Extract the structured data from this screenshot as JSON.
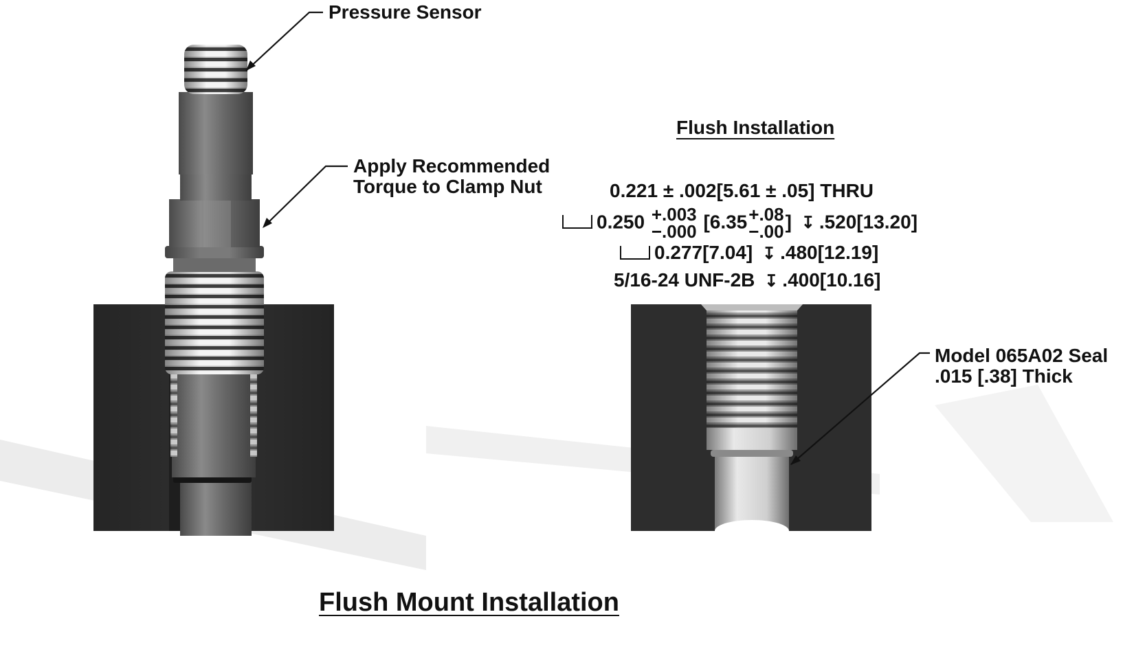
{
  "title": "Flush Mount Installation",
  "callouts": {
    "pressure_sensor": "Pressure Sensor",
    "torque_line1": "Apply Recommended",
    "torque_line2": "Torque to Clamp Nut",
    "seal_line1": "Model 065A02 Seal",
    "seal_line2": ".015 [.38] Thick"
  },
  "spec": {
    "heading": "Flush Installation",
    "line1": "0.221 ± .002[5.61 ± .05] THRU",
    "line2": {
      "value": "0.250",
      "tol_plus": "+.003",
      "tol_minus": "−.000",
      "metric_value": "[6.35",
      "metric_plus": "+.08",
      "metric_minus": "−.00",
      "metric_close": "]",
      "depth": ".520[13.20]"
    },
    "line3": {
      "value": "0.277[7.04]",
      "depth": ".480[12.19]"
    },
    "line4": {
      "value": "5/16-24 UNF-2B",
      "depth": ".400[10.16]"
    },
    "depth_symbol": "↧"
  },
  "colors": {
    "block": "#2b2b2b",
    "sensor": "#6e6e6e",
    "thread_light": "#f2f2f2",
    "thread_dark": "#3c3c3c",
    "bore": "#c9c9c9"
  }
}
